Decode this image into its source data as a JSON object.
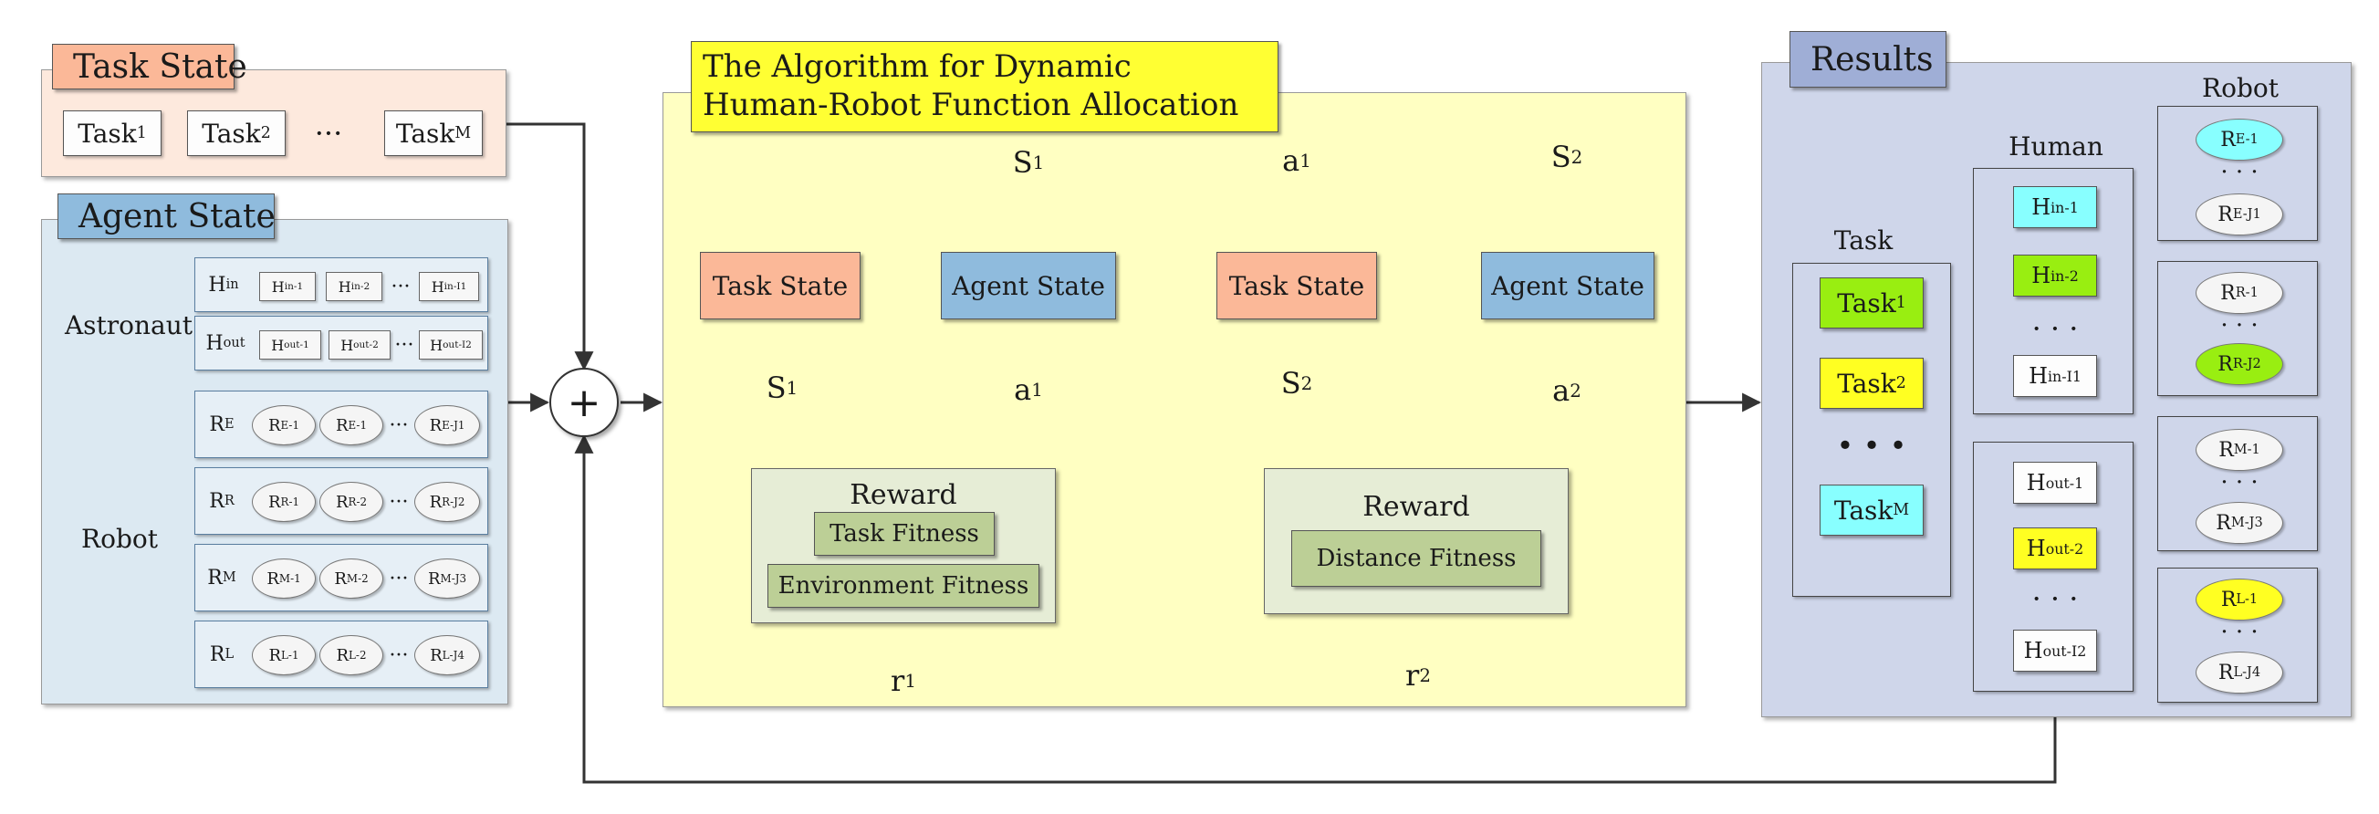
{
  "task_state": {
    "title": "Task State",
    "items": [
      "Task1",
      "Task2",
      "···",
      "TaskM"
    ]
  },
  "agent_state": {
    "title": "Agent State",
    "astronaut_label": "Astronaut",
    "robot_label": "Robot",
    "h_in": {
      "label": "Hin",
      "items": [
        "Hin-1",
        "Hin-2",
        "···",
        "Hin-I1"
      ]
    },
    "h_out": {
      "label": "Hout",
      "items": [
        "Hout-1",
        "Hout-2",
        "···",
        "Hout-I2"
      ]
    },
    "r_e": {
      "label": "RE",
      "items": [
        "RE-1",
        "RE-1",
        "···",
        "RE-J1"
      ]
    },
    "r_r": {
      "label": "RR",
      "items": [
        "RR-1",
        "RR-2",
        "···",
        "RR-J2"
      ]
    },
    "r_m": {
      "label": "RM",
      "items": [
        "RM-1",
        "RM-2",
        "···",
        "RM-J3"
      ]
    },
    "r_l": {
      "label": "RL",
      "items": [
        "RL-1",
        "RL-2",
        "···",
        "RL-J4"
      ]
    }
  },
  "summation_symbol": "+",
  "algorithm": {
    "title_line1": "The Algorithm for Dynamic",
    "title_line2": "Human-Robot Function Allocation",
    "task_state_label": "Task State",
    "agent_state_label": "Agent State",
    "s1": "S1",
    "a1": "a1",
    "s2": "S2",
    "a2": "a2",
    "reward1": {
      "title": "Reward",
      "items": [
        "Task Fitness",
        "Environment Fitness"
      ],
      "output": "r1"
    },
    "reward2": {
      "title": "Reward",
      "items": [
        "Distance Fitness"
      ],
      "output": "r2"
    }
  },
  "results": {
    "title": "Results",
    "task_title": "Task",
    "human_title": "Human",
    "robot_title": "Robot",
    "tasks": [
      "Task1",
      "Task2",
      "• • •",
      "TaskM"
    ],
    "human_in": [
      "Hin-1",
      "Hin-2",
      "· · ·",
      "Hin-I1"
    ],
    "human_out": [
      "Hout-1",
      "Hout-2",
      "· · ·",
      "Hout-I2"
    ],
    "robot_e": [
      "RE-1",
      "· · ·",
      "RE-J1"
    ],
    "robot_r": [
      "RR-1",
      "· · ·",
      "RR-J2"
    ],
    "robot_m": [
      "RM-1",
      "· · ·",
      "RM-J3"
    ],
    "robot_l": [
      "RL-1",
      "· · ·",
      "RL-J4"
    ]
  },
  "colors": {
    "task_state": "#fbb898",
    "agent_state": "#8fbbdd",
    "algorithm_bg": "#ffffc2",
    "algorithm_title": "#ffff33",
    "results_bg": "#cfd6ea",
    "results_title": "#9faed6",
    "reward_bg": "#e6edd6",
    "fitness": "#bccf96",
    "green_highlight": "#99ee11",
    "yellow_highlight": "#ffff22",
    "cyan_highlight": "#88ffff"
  }
}
